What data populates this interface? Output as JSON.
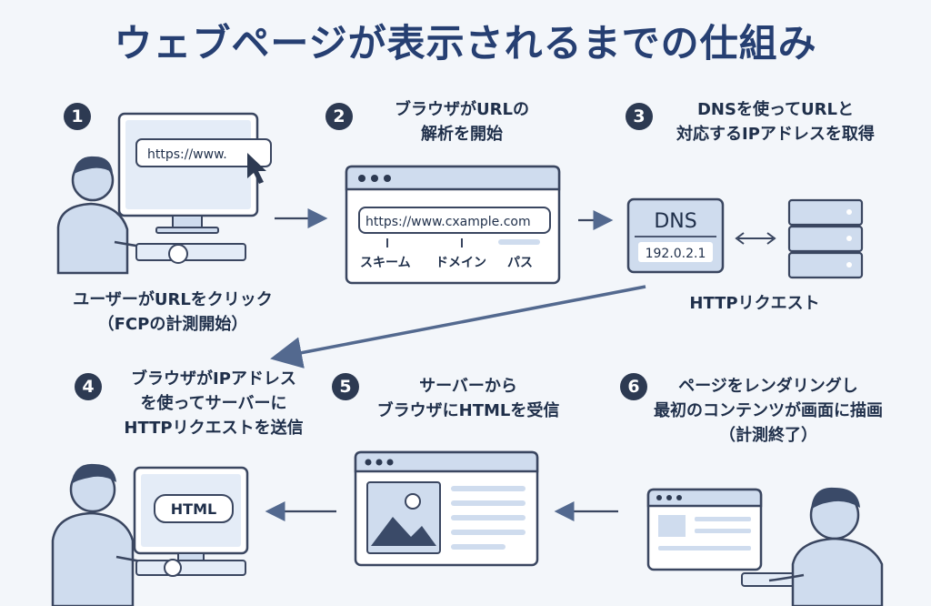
{
  "title": "ウェブページが表示されるまでの仕組み",
  "steps": [
    {
      "number": "1",
      "lines": [
        "ユーザーがURLをクリック",
        "（FCPの計測開始）"
      ],
      "url_text": "https://www."
    },
    {
      "number": "2",
      "lines": [
        "ブラウザがURLの",
        "解析を開始"
      ],
      "url_text": "https://www.cxample.com",
      "parts": [
        "スキーム",
        "ドメイン",
        "パス"
      ]
    },
    {
      "number": "3",
      "lines": [
        "DNSを使ってURLと",
        "対応するIPアドレスを取得"
      ],
      "dns_title": "DNS",
      "ip": "192.0.2.1",
      "request_label": "HTTPリクエスト"
    },
    {
      "number": "4",
      "lines": [
        "ブラウザがIPアドレス",
        "を使ってサーバーに",
        "HTTPリクエストを送信"
      ],
      "html_label": "HTML"
    },
    {
      "number": "5",
      "lines": [
        "サーバーから",
        "ブラウザにHTMLを受信"
      ]
    },
    {
      "number": "6",
      "lines": [
        "ページをレンダリングし",
        "最初のコンテンツが画面に描画",
        "（計測終了）"
      ]
    }
  ],
  "colors": {
    "title": "#263f72",
    "badge": "#2d3a52",
    "outline": "#3a4660",
    "fill": "#cfdcee",
    "flow_arrow": "#53698f"
  }
}
